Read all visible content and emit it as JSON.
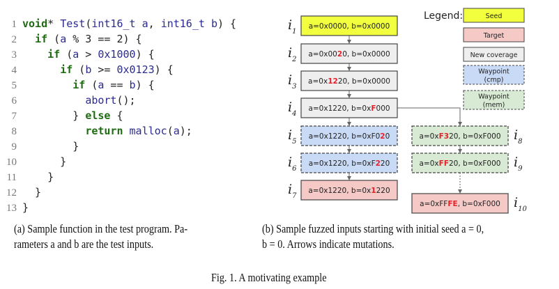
{
  "code": {
    "lines": [
      {
        "n": "1",
        "tokens": [
          [
            "void",
            "kw"
          ],
          [
            "* ",
            "pl"
          ],
          [
            "Test",
            "id"
          ],
          [
            "(",
            "pl"
          ],
          [
            "int16_t",
            "id"
          ],
          [
            " ",
            "pl"
          ],
          [
            "a",
            "id"
          ],
          [
            ", ",
            "pl"
          ],
          [
            "int16_t",
            "id"
          ],
          [
            " ",
            "pl"
          ],
          [
            "b",
            "id"
          ],
          [
            ") {",
            "pl"
          ]
        ]
      },
      {
        "n": "2",
        "tokens": [
          [
            "  ",
            "pl"
          ],
          [
            "if",
            "kw"
          ],
          [
            " (",
            "pl"
          ],
          [
            "a",
            "id"
          ],
          [
            " % 3 == 2) {",
            "pl"
          ]
        ]
      },
      {
        "n": "3",
        "tokens": [
          [
            "    ",
            "pl"
          ],
          [
            "if",
            "kw"
          ],
          [
            " (",
            "pl"
          ],
          [
            "a",
            "id"
          ],
          [
            " > ",
            "pl"
          ],
          [
            "0x1000",
            "id"
          ],
          [
            ") {",
            "pl"
          ]
        ]
      },
      {
        "n": "4",
        "tokens": [
          [
            "      ",
            "pl"
          ],
          [
            "if",
            "kw"
          ],
          [
            " (",
            "pl"
          ],
          [
            "b",
            "id"
          ],
          [
            " >= ",
            "pl"
          ],
          [
            "0x0123",
            "id"
          ],
          [
            ") {",
            "pl"
          ]
        ]
      },
      {
        "n": "5",
        "tokens": [
          [
            "        ",
            "pl"
          ],
          [
            "if",
            "kw"
          ],
          [
            " (",
            "pl"
          ],
          [
            "a",
            "id"
          ],
          [
            " == ",
            "pl"
          ],
          [
            "b",
            "id"
          ],
          [
            ") {",
            "pl"
          ]
        ]
      },
      {
        "n": "6",
        "tokens": [
          [
            "          ",
            "pl"
          ],
          [
            "abort",
            "id"
          ],
          [
            "();",
            "pl"
          ]
        ]
      },
      {
        "n": "7",
        "tokens": [
          [
            "        } ",
            "pl"
          ],
          [
            "else",
            "kw"
          ],
          [
            " {",
            "pl"
          ]
        ]
      },
      {
        "n": "8",
        "tokens": [
          [
            "          ",
            "pl"
          ],
          [
            "return",
            "kw"
          ],
          [
            " ",
            "pl"
          ],
          [
            "malloc",
            "id"
          ],
          [
            "(",
            "pl"
          ],
          [
            "a",
            "id"
          ],
          [
            ");",
            "pl"
          ]
        ]
      },
      {
        "n": "9",
        "tokens": [
          [
            "        }",
            "pl"
          ]
        ]
      },
      {
        "n": "10",
        "tokens": [
          [
            "      }",
            "pl"
          ]
        ]
      },
      {
        "n": "11",
        "tokens": [
          [
            "    }",
            "pl"
          ]
        ]
      },
      {
        "n": "12",
        "tokens": [
          [
            "  }",
            "pl"
          ]
        ]
      },
      {
        "n": "13",
        "tokens": [
          [
            "}",
            "pl"
          ]
        ]
      }
    ]
  },
  "diagram": {
    "legend_title": "Legend:",
    "legend": [
      {
        "label": "Seed",
        "kind": "seed"
      },
      {
        "label": "Target",
        "kind": "target"
      },
      {
        "label": "New coverage",
        "kind": "coverage"
      },
      {
        "label": "Waypoint\n(cmp)",
        "kind": "cmp"
      },
      {
        "label": "Waypoint\n(mem)",
        "kind": "mem"
      }
    ],
    "colors": {
      "seed": "#f2ff3f",
      "target": "#f4c9c6",
      "coverage": "#eeeeee",
      "cmp": "#c9daf6",
      "mem": "#d8ead3",
      "highlight": "#e8202a"
    },
    "inputs": [
      {
        "id": "i",
        "sub": "1",
        "kind": "seed",
        "parts": [
          [
            "a=0x0000, b=0x0000",
            false
          ]
        ]
      },
      {
        "id": "i",
        "sub": "2",
        "kind": "coverage",
        "parts": [
          [
            "a=0x00",
            false
          ],
          [
            "2",
            true
          ],
          [
            "0, b=0x0000",
            false
          ]
        ]
      },
      {
        "id": "i",
        "sub": "3",
        "kind": "coverage",
        "parts": [
          [
            "a=0x",
            false
          ],
          [
            "12",
            true
          ],
          [
            "20, b=0x0000",
            false
          ]
        ]
      },
      {
        "id": "i",
        "sub": "4",
        "kind": "coverage",
        "parts": [
          [
            "a=0x1220, b=0x",
            false
          ],
          [
            "F",
            true
          ],
          [
            "000",
            false
          ]
        ]
      },
      {
        "id": "i",
        "sub": "5",
        "kind": "cmp",
        "parts": [
          [
            "a=0x1220, b=0xF0",
            false
          ],
          [
            "2",
            true
          ],
          [
            "0",
            false
          ]
        ]
      },
      {
        "id": "i",
        "sub": "6",
        "kind": "cmp",
        "parts": [
          [
            "a=0x1220, b=0xF",
            false
          ],
          [
            "2",
            true
          ],
          [
            "20",
            false
          ]
        ]
      },
      {
        "id": "i",
        "sub": "7",
        "kind": "target",
        "parts": [
          [
            "a=0x1220, b=0x",
            false
          ],
          [
            "1",
            true
          ],
          [
            "220",
            false
          ]
        ]
      },
      {
        "id": "i",
        "sub": "8",
        "kind": "mem",
        "parts": [
          [
            "a=0x",
            false
          ],
          [
            "F3",
            true
          ],
          [
            "20, b=0xF000",
            false
          ]
        ]
      },
      {
        "id": "i",
        "sub": "9",
        "kind": "mem",
        "parts": [
          [
            "a=0x",
            false
          ],
          [
            "FF",
            true
          ],
          [
            "20, b=0xF000",
            false
          ]
        ]
      },
      {
        "id": "i",
        "sub": "10",
        "kind": "target",
        "parts": [
          [
            "a=0xFF",
            false
          ],
          [
            "FE",
            true
          ],
          [
            ", b=0xF000",
            false
          ]
        ]
      }
    ]
  },
  "captions": {
    "a_line1": "(a) Sample function in the test program. Pa-",
    "a_line2": "rameters a and b are the test inputs.",
    "b_line1": "(b) Sample fuzzed inputs starting with initial seed a = 0,",
    "b_line2": "b = 0. Arrows indicate mutations.",
    "figure": "Fig. 1.  A motivating example"
  }
}
